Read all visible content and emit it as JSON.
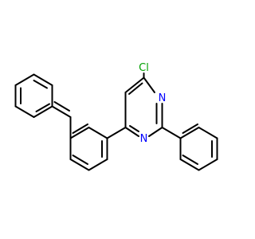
{
  "structure": {
    "atoms": {
      "chlorine": {
        "label": "Cl",
        "color": "#00a000"
      },
      "nitrogen_upper": {
        "label": "N",
        "color": "#0000ff"
      },
      "nitrogen_lower": {
        "label": "N",
        "color": "#0000ff"
      }
    },
    "bond_color": "#000000"
  }
}
